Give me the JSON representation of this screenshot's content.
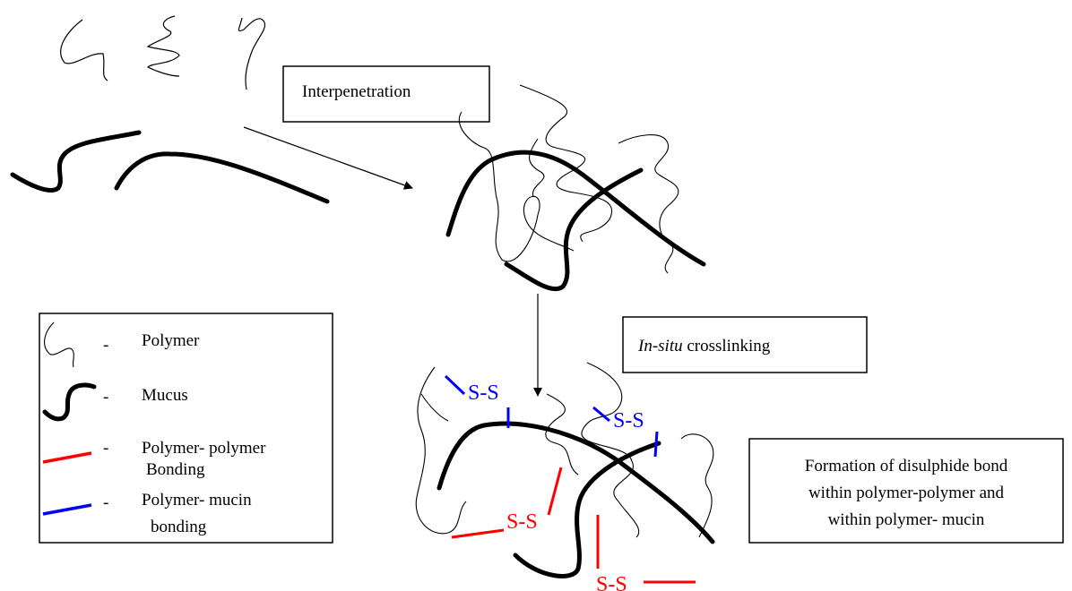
{
  "labels": {
    "interpenetration": "Interpenetration",
    "crosslinking_italic": "In-situ",
    "crosslinking_rest": " crosslinking",
    "formation": [
      "Formation of disulphide bond",
      "within polymer-polymer and",
      "within polymer- mucin"
    ]
  },
  "legend": {
    "items": [
      {
        "dash": "-",
        "text": "Polymer"
      },
      {
        "dash": "-",
        "text": "Mucus"
      },
      {
        "dash": "-",
        "text": "Polymer- polymer",
        "text2": "Bonding"
      },
      {
        "dash": "-",
        "text": "Polymer- mucin",
        "text2": "bonding"
      }
    ]
  },
  "bonds": {
    "label": "S-S"
  },
  "colors": {
    "polymer_polymer": "#ff0000",
    "polymer_mucin": "#0000ff",
    "mucus": "#000000",
    "polymer": "#000000"
  }
}
